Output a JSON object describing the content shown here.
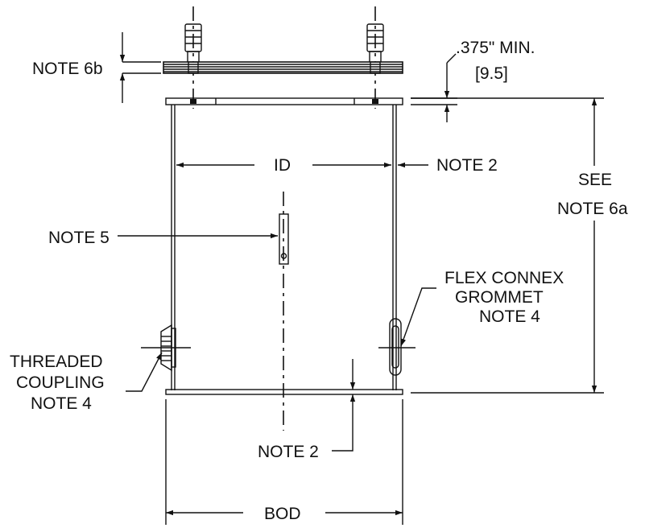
{
  "labels": {
    "note_6b": "NOTE 6b",
    "min_thickness_in": ".375\" MIN.",
    "min_thickness_mm": "[9.5]",
    "id": "ID",
    "note_2_top": "NOTE 2",
    "see": "SEE",
    "note_6a": "NOTE 6a",
    "note_5": "NOTE 5",
    "flex_connex": "FLEX CONNEX",
    "grommet": "GROMMET",
    "note_4_grommet": "NOTE 4",
    "threaded": "THREADED",
    "coupling": "COUPLING",
    "note_4_coupling": "NOTE 4",
    "note_2_bottom": "NOTE 2",
    "bod": "BOD"
  }
}
